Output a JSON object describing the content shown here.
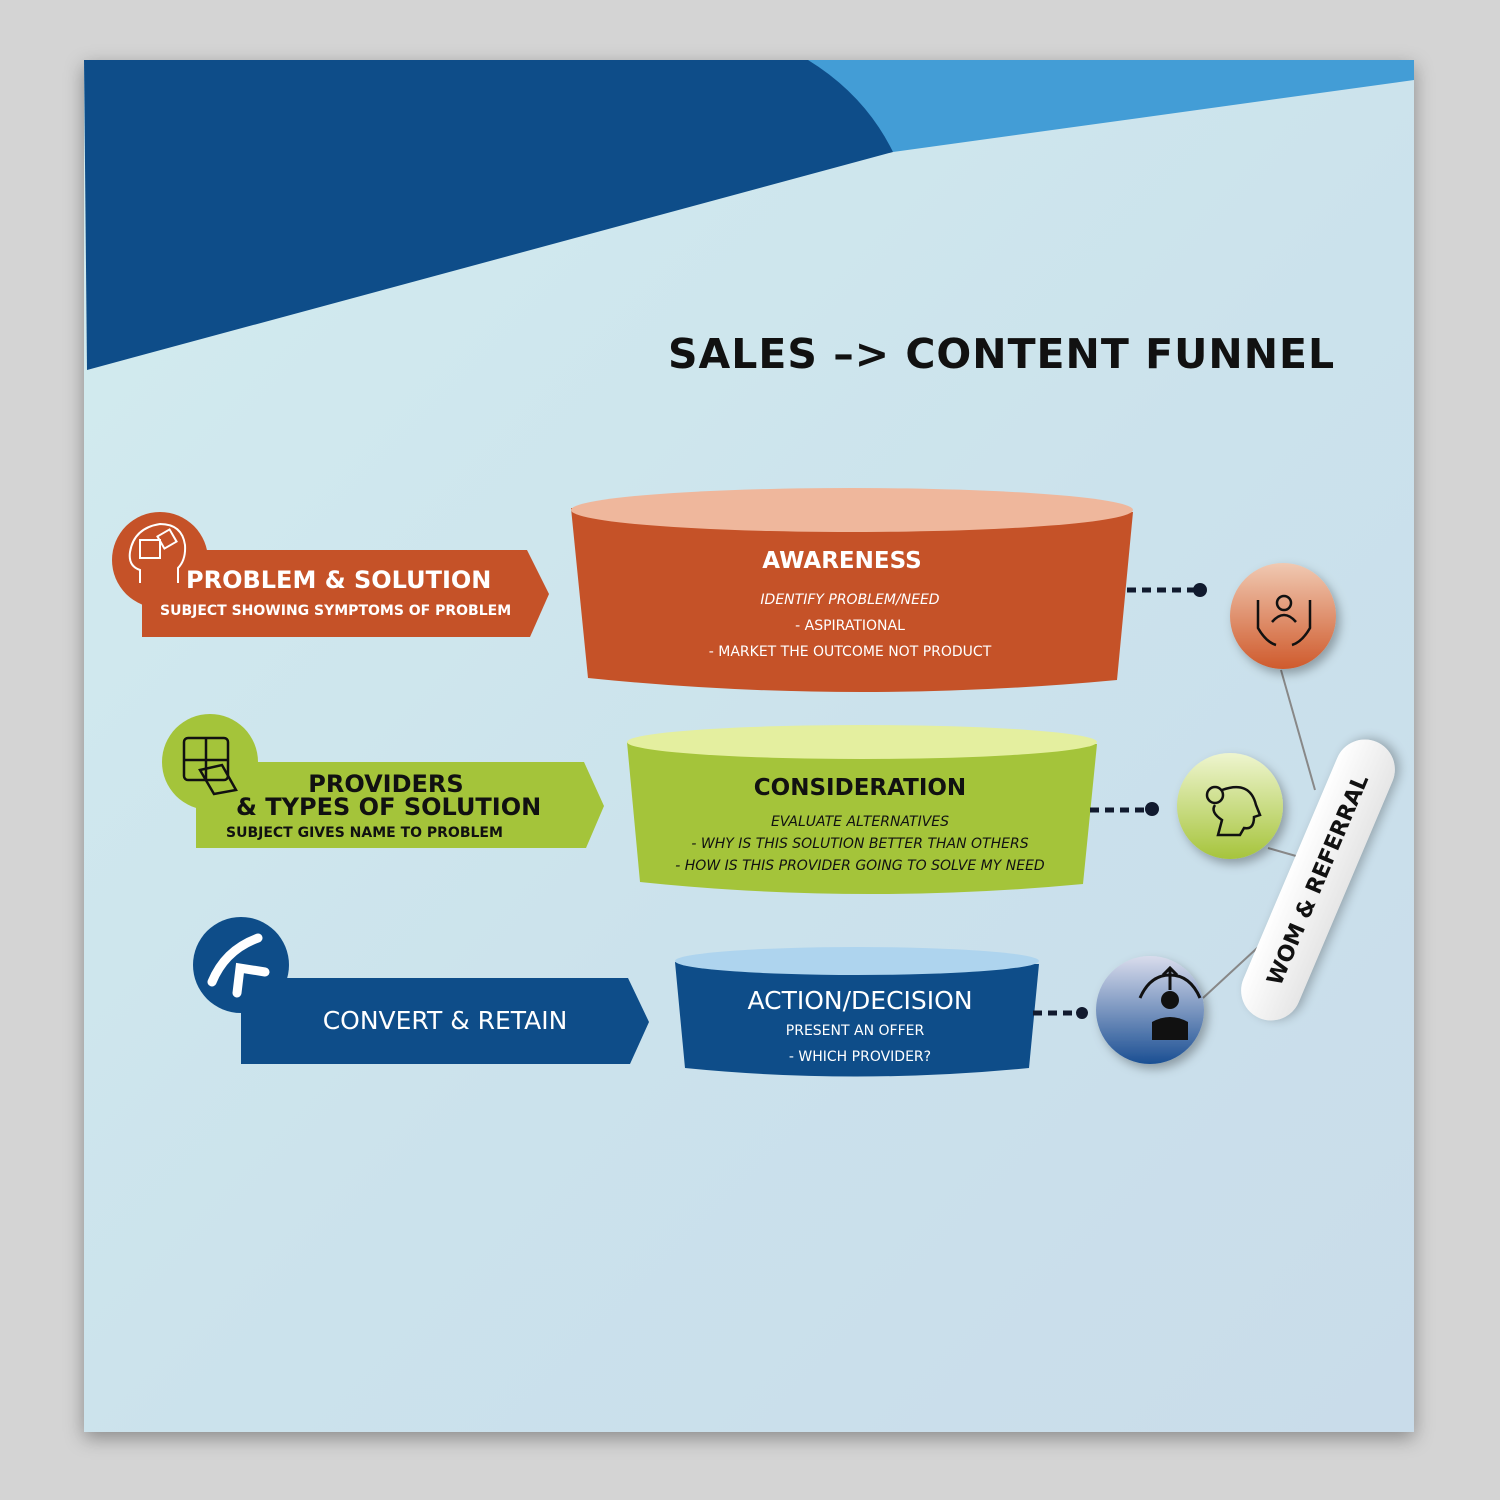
{
  "title": "SALES –> CONTENT FUNNEL",
  "stages": [
    {
      "label_title": "PROBLEM & SOLUTION",
      "label_subtitle": "SUBJECT SHOWING SYMPTOMS OF PROBLEM",
      "funnel_title": "AWARENESS",
      "funnel_lines": [
        "IDENTIFY PROBLEM/NEED",
        "- ASPIRATIONAL",
        "- MARKET THE OUTCOME NOT PRODUCT"
      ],
      "color": "#c55228",
      "icon": "head-puzzle-icon",
      "side_icon": "hands-people-icon"
    },
    {
      "label_title_1": "PROVIDERS",
      "label_title_2": "& TYPES OF SOLUTION",
      "label_subtitle": "SUBJECT GIVES NAME TO PROBLEM",
      "funnel_title": "CONSIDERATION",
      "funnel_lines": [
        "EVALUATE ALTERNATIVES",
        "- WHY IS THIS SOLUTION BETTER THAN OTHERS",
        "- HOW IS THIS PROVIDER GOING TO SOLVE MY NEED"
      ],
      "color": "#a4c43a",
      "icon": "puzzle-hand-icon",
      "side_icon": "head-lightbulb-icon"
    },
    {
      "label_title": "CONVERT & RETAIN",
      "funnel_title": "ACTION/DECISION",
      "funnel_lines": [
        "PRESENT AN OFFER",
        "- WHICH PROVIDER?"
      ],
      "color": "#0e4d89",
      "icon": "arrow-return-icon",
      "side_icon": "person-directions-icon"
    }
  ],
  "wom_label": "WOM & REFERRAL"
}
